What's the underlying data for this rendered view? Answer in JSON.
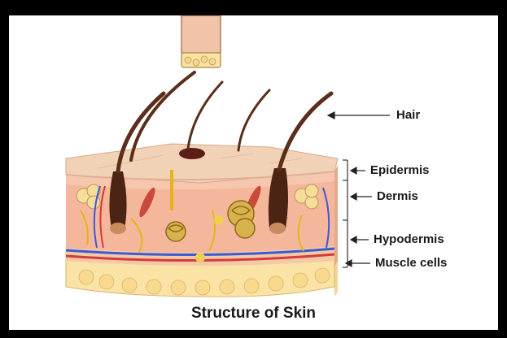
{
  "diagram": {
    "caption": "Structure of Skin",
    "labels": {
      "hair": "Hair",
      "epidermis": "Epidermis",
      "dermis": "Dermis",
      "hypodermis": "Hypodermis",
      "muscle_cells": "Muscle cells"
    },
    "colors": {
      "epidermis": "#f2d2b6",
      "dermis": "#f4b79c",
      "hypodermis": "#fbe3a6",
      "muscle": "#f0c97a",
      "hair": "#5a2e1a",
      "nerve": "#e6b419",
      "artery": "#d63a3a",
      "vein": "#3a5bd6"
    }
  }
}
